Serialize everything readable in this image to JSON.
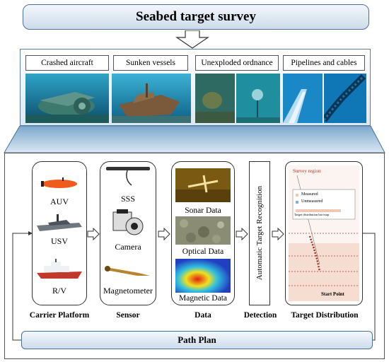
{
  "title": "Seabed target survey",
  "categories": [
    {
      "label": "Crashed aircraft"
    },
    {
      "label": "Sunken vessels"
    },
    {
      "label": "Unexploded ordnance"
    },
    {
      "label": "Pipelines and cables"
    }
  ],
  "carrier": {
    "items": [
      "AUV",
      "USV",
      "R/V"
    ],
    "heading": "Carrier Platform"
  },
  "sensor": {
    "items": [
      "SSS",
      "Camera",
      "Magnetometer"
    ],
    "heading": "Sensor"
  },
  "data": {
    "items": [
      "Sonar Data",
      "Optical Data",
      "Magnetic Data"
    ],
    "heading": "Data"
  },
  "detection": {
    "label": "Automatic Target Recognition",
    "heading": "Detection"
  },
  "distribution": {
    "heading": "Target Distribution",
    "map_title": "Survey region",
    "legend_measured": "Measured",
    "legend_unmeasured": "Unmeasured",
    "legend_caption": "Target distribution bar map",
    "start_point": "Start Point"
  },
  "path_plan": "Path Plan",
  "colors": {
    "accent_blue": "#4a6f99",
    "box_fill": "#dce8f3",
    "map_red": "#c0392b"
  }
}
